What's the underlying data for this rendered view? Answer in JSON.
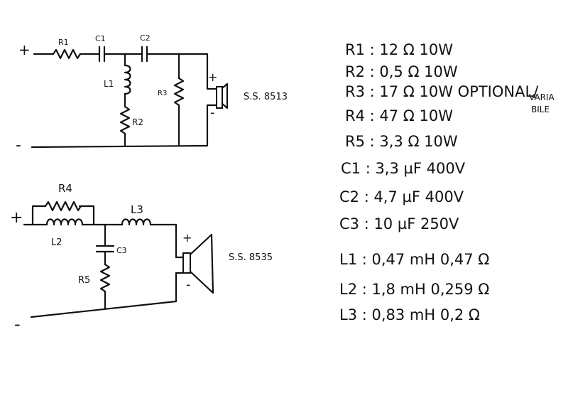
{
  "circuit_tweeter": {
    "plus": "+",
    "minus": "-",
    "r1": "R1",
    "c1": "C1",
    "c2": "C2",
    "l1": "L1",
    "r2": "R2",
    "r3": "R3",
    "speaker_plus": "+",
    "speaker_minus": "-",
    "speaker_model": "S.S. 8513"
  },
  "circuit_woofer": {
    "plus": "+",
    "minus": "-",
    "r4": "R4",
    "l2": "L2",
    "l3": "L3",
    "c3": "C3",
    "r5": "R5",
    "speaker_plus": "+",
    "speaker_minus": "-",
    "speaker_model": "S.S. 8535"
  },
  "parts_list": [
    "R1 : 12 Ω  10W",
    "R2 : 0,5 Ω  10W",
    "R3 : 17 Ω 10W  OPTIONAL/",
    "R4 : 47 Ω  10W",
    "R5 : 3,3 Ω  10W",
    "C1 : 3,3 µF  400V",
    "C2 : 4,7 µF  400V",
    "C3 : 10 µF  250V",
    "L1 : 0,47 mH    0,47 Ω",
    "L2 : 1,8 mH    0,259 Ω",
    "L3 : 0,83 mH    0,2 Ω"
  ],
  "r3_note": {
    "line1": "VARIA",
    "line2": "BILE"
  }
}
